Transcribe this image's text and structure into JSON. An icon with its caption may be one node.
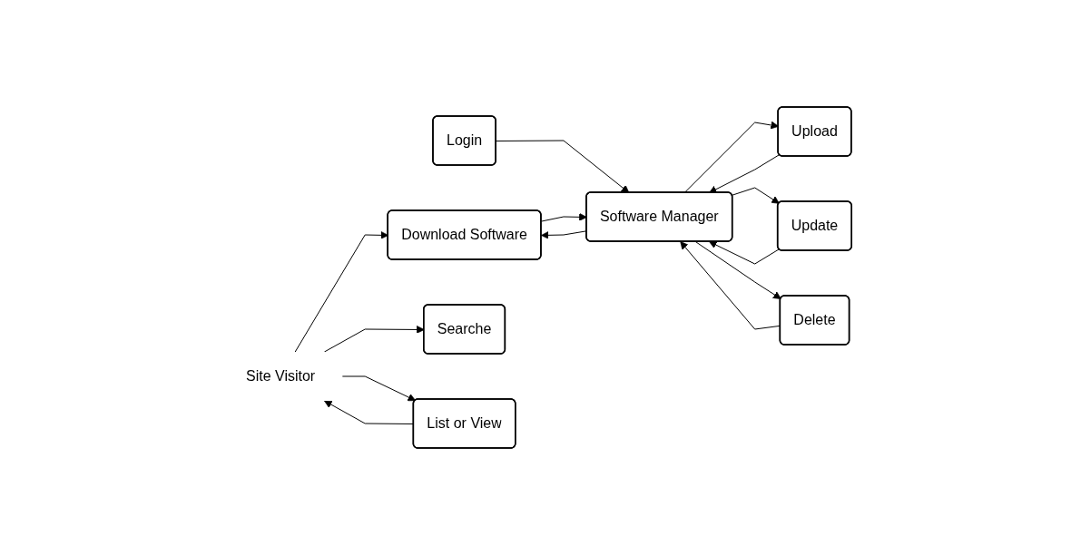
{
  "diagram": {
    "nodes": [
      {
        "text": [
          "Site Visitor"
        ]
      },
      {
        "text": [
          "Upload"
        ]
      },
      {
        "text": [
          "Login"
        ]
      },
      {
        "text": [
          "Download Software"
        ]
      },
      {
        "text": [
          "Update"
        ]
      },
      {
        "text": [
          "Searche"
        ]
      },
      {
        "text": [
          "Software Manager"
        ]
      },
      {
        "text": [
          "Delete"
        ]
      },
      {
        "text": [
          "List or View"
        ]
      }
    ],
    "edges": [
      {
        "from": 1,
        "to": 6,
        "arrow": "to"
      },
      {
        "from": 6,
        "to": 1,
        "arrow": "to"
      },
      {
        "from": 6,
        "to": 4,
        "arrow": "to"
      },
      {
        "from": 4,
        "to": 6,
        "arrow": "to"
      },
      {
        "from": 6,
        "to": 7,
        "arrow": "to"
      },
      {
        "from": 7,
        "to": 6,
        "arrow": "to"
      },
      {
        "from": 2,
        "to": 6,
        "arrow": "to"
      },
      {
        "from": 6,
        "to": 3,
        "arrow": "to"
      },
      {
        "from": 3,
        "to": 6,
        "arrow": "to"
      },
      {
        "from": 0,
        "to": 3,
        "arrow": "to"
      },
      {
        "from": 0,
        "to": 5,
        "arrow": "to"
      },
      {
        "from": 0,
        "to": 8,
        "arrow": "to"
      },
      {
        "from": 8,
        "to": 0,
        "arrow": "to"
      }
    ]
  }
}
